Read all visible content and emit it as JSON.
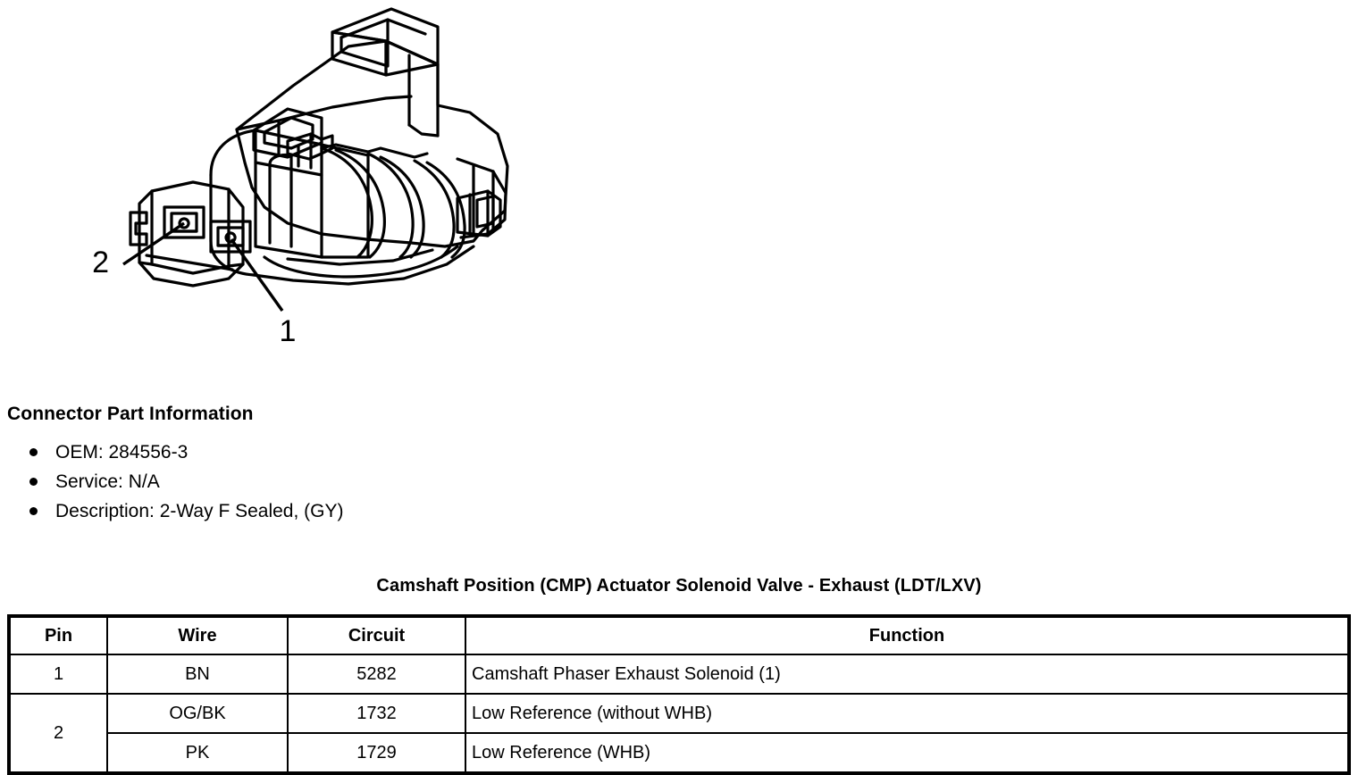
{
  "figure": {
    "name": "2-way-female-sealed-connector-illustration",
    "callouts": [
      {
        "label": "2",
        "terminal": "left-cavity"
      },
      {
        "label": "1",
        "terminal": "right-cavity"
      }
    ]
  },
  "part_info": {
    "heading": "Connector Part Information",
    "items": [
      "OEM: 284556-3",
      "Service: N/A",
      "Description: 2-Way F Sealed, (GY)"
    ]
  },
  "pinout": {
    "title": "Camshaft Position (CMP) Actuator Solenoid Valve - Exhaust (LDT/LXV)",
    "columns": [
      "Pin",
      "Wire",
      "Circuit",
      "Function"
    ],
    "rows": [
      {
        "pin": "1",
        "pin_rowspan": 1,
        "wire": "BN",
        "circuit": "5282",
        "function": "Camshaft Phaser Exhaust Solenoid (1)"
      },
      {
        "pin": "2",
        "pin_rowspan": 2,
        "wire": "OG/BK",
        "circuit": "1732",
        "function": "Low Reference (without WHB)"
      },
      {
        "pin": null,
        "pin_rowspan": 0,
        "wire": "PK",
        "circuit": "1729",
        "function": "Low Reference (WHB)"
      }
    ]
  },
  "colors": {
    "ink": "#000000",
    "paper": "#ffffff"
  }
}
